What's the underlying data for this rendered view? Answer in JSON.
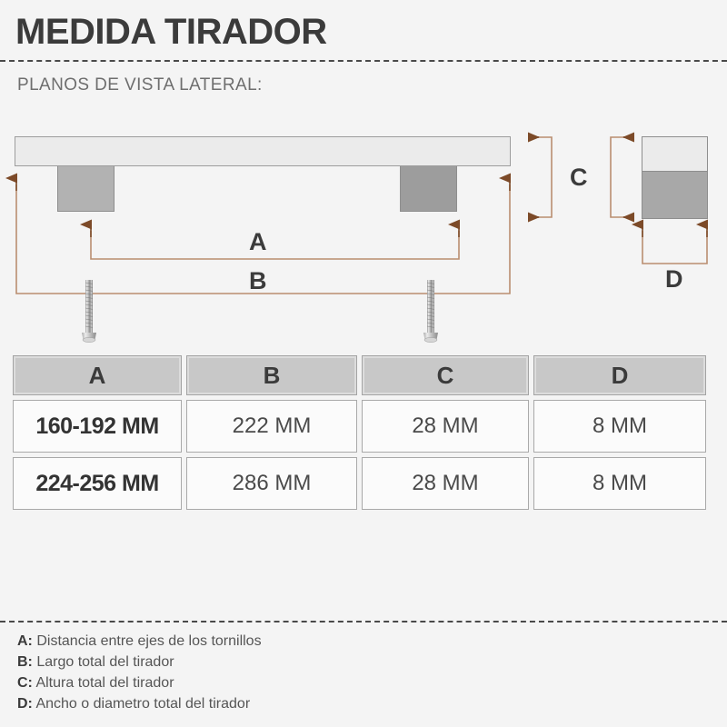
{
  "header": {
    "title": "MEDIDA TIRADOR",
    "subtitle": "PLANOS DE VISTA LATERAL:"
  },
  "diagram": {
    "labels": {
      "a": "A",
      "b": "B",
      "c": "C",
      "d": "D"
    },
    "colors": {
      "background": "#f4f4f4",
      "bar_face": "#ebebeb",
      "post_face": "#b2b2b2",
      "post_face_dark": "#9d9d9d",
      "outline": "#8e8e8e",
      "dimension_line": "#b98d6f",
      "arrow_head": "#7c4a28",
      "text": "#3b3b3b"
    },
    "parts": {
      "bar": "handle-bar",
      "post_left": "mounting-post-left",
      "post_right": "mounting-post-right",
      "front_block": "front-view-block",
      "screw_left": "screw-left",
      "screw_right": "screw-right"
    }
  },
  "table": {
    "headers": [
      "A",
      "B",
      "C",
      "D"
    ],
    "rows": [
      [
        "160-192 MM",
        "222 MM",
        "28 MM",
        "8 MM"
      ],
      [
        "224-256 MM",
        "286 MM",
        "28 MM",
        "8 MM"
      ]
    ]
  },
  "legend": [
    {
      "key": "A:",
      "text": "Distancia entre ejes de los tornillos"
    },
    {
      "key": "B:",
      "text": "Largo total del tirador"
    },
    {
      "key": "C:",
      "text": "Altura total del tirador"
    },
    {
      "key": "D:",
      "text": "Ancho o diametro total del tirador"
    }
  ]
}
